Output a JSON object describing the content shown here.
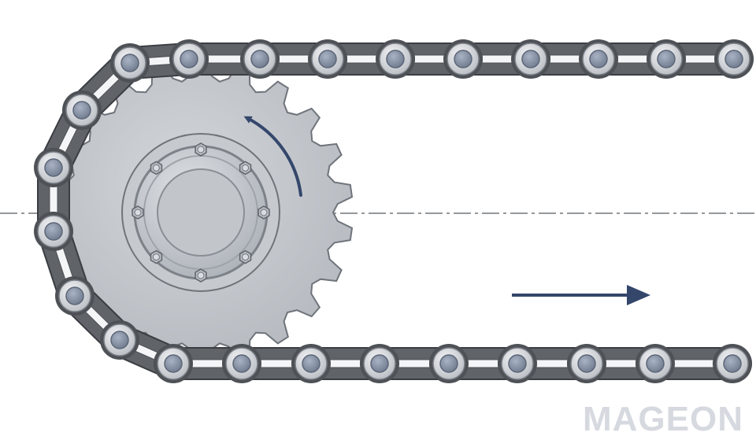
{
  "diagram": {
    "type": "chain-sprocket-drive",
    "sprocket": {
      "teeth": 22,
      "hub_bolts": 8,
      "rotation": "counterclockwise"
    },
    "chain": {
      "direction": "right"
    },
    "colors": {
      "chain_plate": "#606469",
      "chain_outline": "#3a3d42",
      "roller_outer": "#dcdfe3",
      "roller_pin": "#8a95a8",
      "sprocket": "#bfc3c9",
      "sprocket_outline": "#6f747b",
      "arrow": "#34476b",
      "centerline": "#555a61"
    }
  },
  "brand": {
    "watermark": "MAGEON"
  }
}
